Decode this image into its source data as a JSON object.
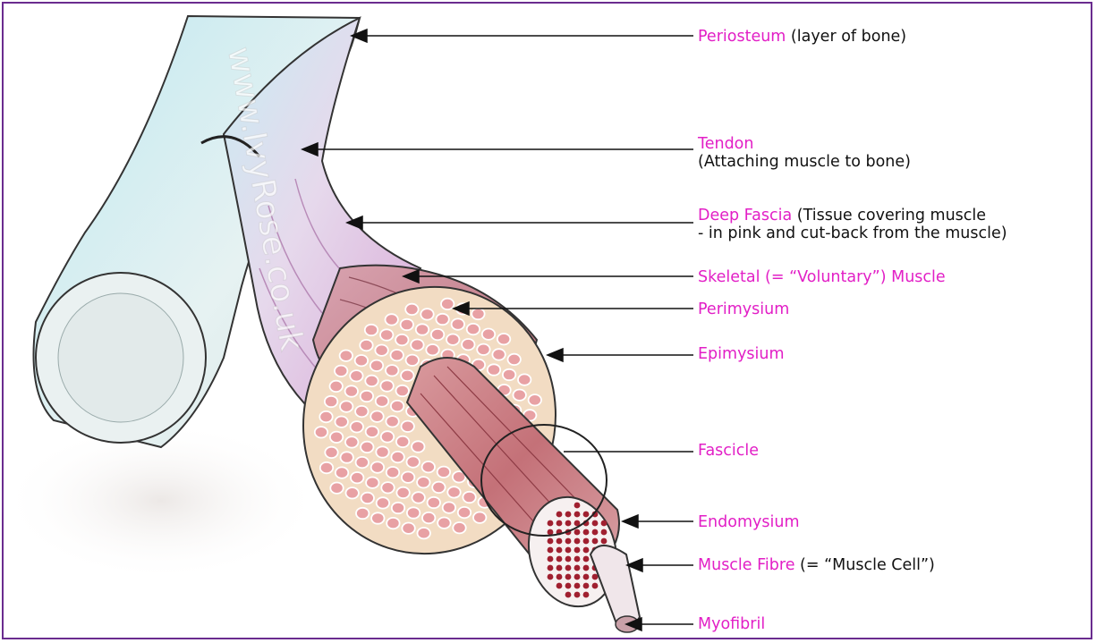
{
  "watermark": "www.IvyRose.co.uk",
  "colors": {
    "frame": "#6a2c8f",
    "term": "#e21fc6",
    "description": "#111111",
    "tendon": "#cdeaf0",
    "fascia": "#e3c6e6",
    "muscle": "#c98585",
    "fibre_cell": "#e8a1a4",
    "myofibril_dot": "#a02030",
    "perimysium_tissue": "#f2dcc3"
  },
  "labels": [
    {
      "id": "periosteum",
      "term": "Periosteum",
      "desc": " (layer of bone)",
      "desc2": ""
    },
    {
      "id": "tendon",
      "term": "Tendon",
      "desc": "",
      "desc2": "(Attaching muscle to bone)"
    },
    {
      "id": "deep-fascia",
      "term": "Deep Fascia",
      "desc": " (Tissue covering muscle",
      "desc2": "- in pink and cut-back from the muscle)"
    },
    {
      "id": "skeletal-muscle",
      "term": "Skeletal (= “Voluntary”) Muscle",
      "desc": "",
      "desc2": ""
    },
    {
      "id": "perimysium",
      "term": "Perimysium",
      "desc": "",
      "desc2": ""
    },
    {
      "id": "epimysium",
      "term": "Epimysium",
      "desc": "",
      "desc2": ""
    },
    {
      "id": "fascicle",
      "term": "Fascicle",
      "desc": "",
      "desc2": ""
    },
    {
      "id": "endomysium",
      "term": "Endomysium",
      "desc": "",
      "desc2": ""
    },
    {
      "id": "muscle-fibre",
      "term": "Muscle Fibre",
      "desc": " (= “Muscle Cell”)",
      "desc2": ""
    },
    {
      "id": "myofibril",
      "term": "Myofibril",
      "desc": "",
      "desc2": ""
    }
  ]
}
